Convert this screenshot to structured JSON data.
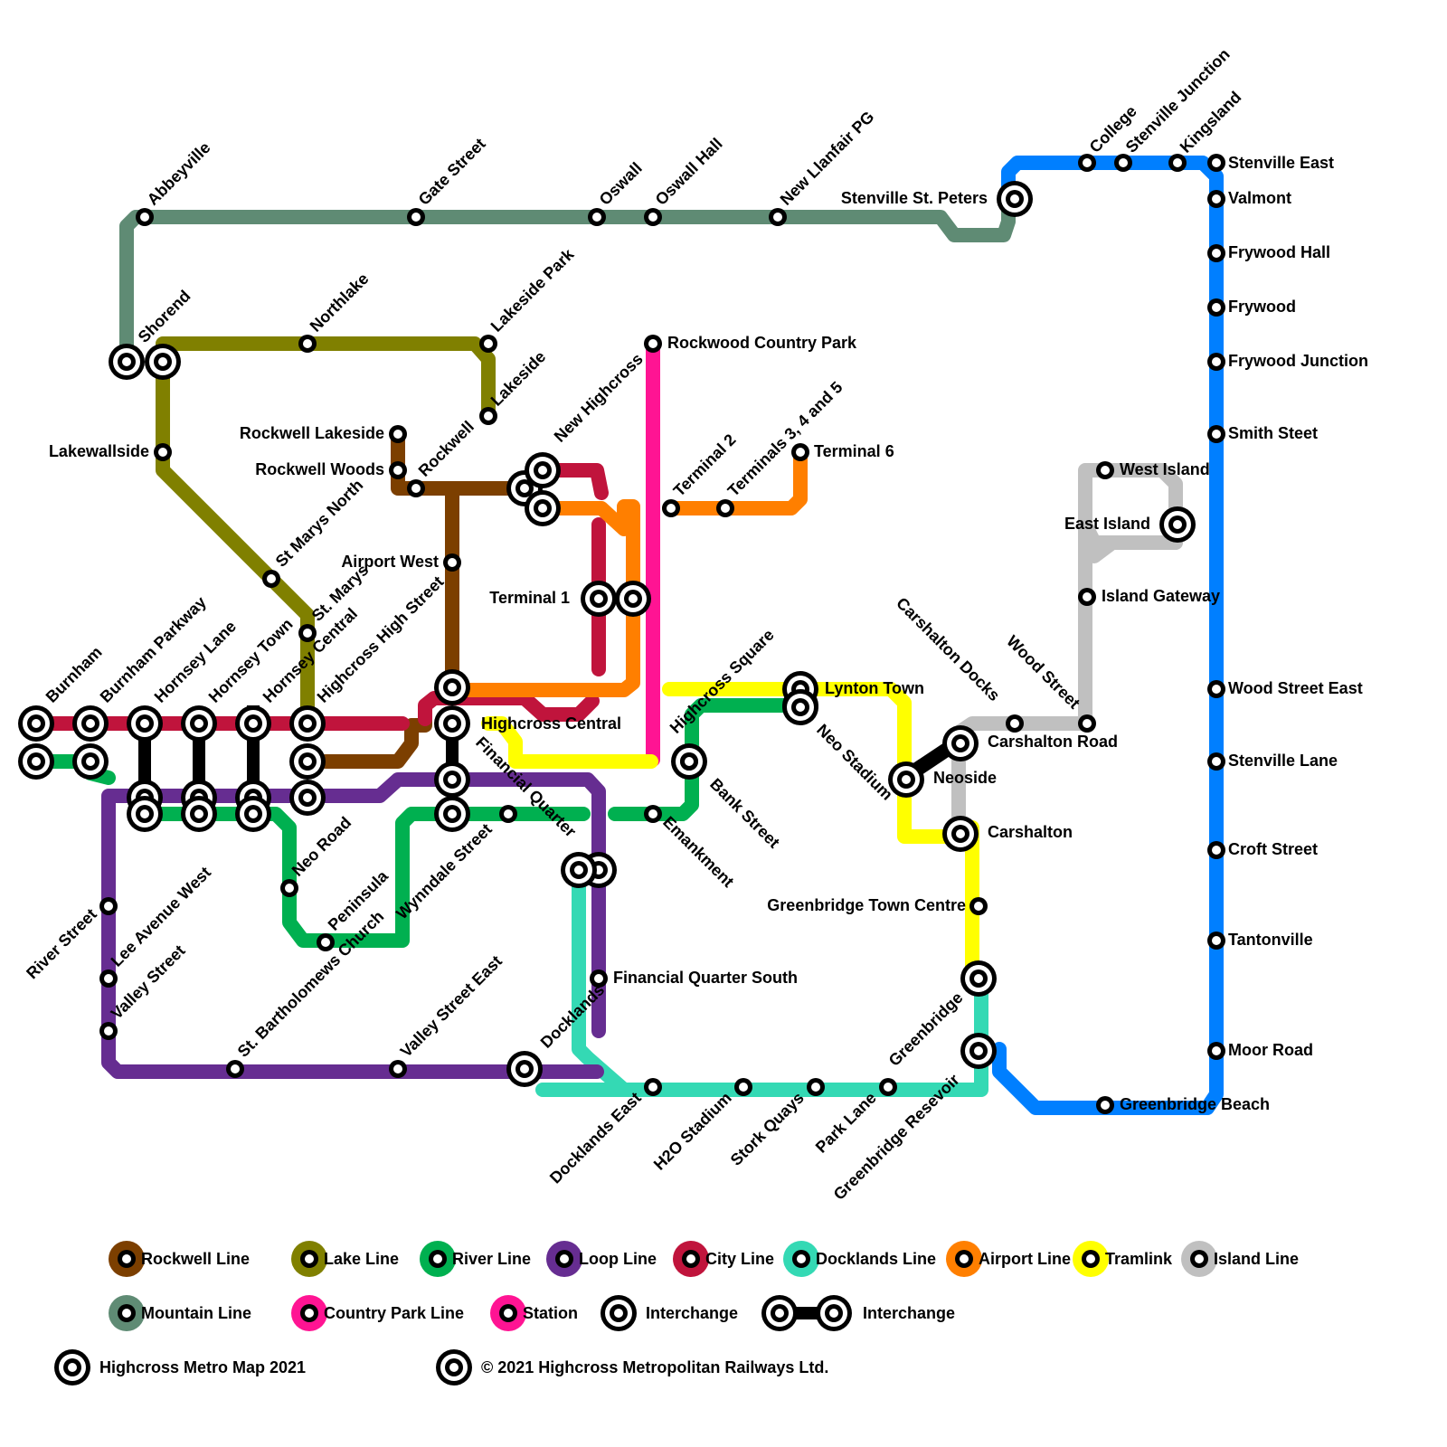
{
  "colors": {
    "rockwell": "#7c3f00",
    "lake": "#808000",
    "river": "#00b050",
    "loop": "#662d91",
    "city": "#c0143c",
    "docklands": "#34d9b4",
    "airport": "#ff7f00",
    "tramlink": "#ffff00",
    "island": "#c0c0c0",
    "mountain": "#5f8b74",
    "country_park": "#ff1493",
    "blue": "#007fff",
    "link": "#000000"
  },
  "stations": [
    {
      "id": "abbeyville",
      "label": "Abbeyville"
    },
    {
      "id": "gate-street",
      "label": "Gate Street"
    },
    {
      "id": "oswall",
      "label": "Oswall"
    },
    {
      "id": "oswall-hall",
      "label": "Oswall Hall"
    },
    {
      "id": "new-llanfair-pg",
      "label": "New Llanfair PG"
    },
    {
      "id": "stenville-st-peters",
      "label": "Stenville St. Peters"
    },
    {
      "id": "college",
      "label": "College"
    },
    {
      "id": "stenville-junction",
      "label": "Stenville Junction"
    },
    {
      "id": "kingsland",
      "label": "Kingsland"
    },
    {
      "id": "stenville-east",
      "label": "Stenville East"
    },
    {
      "id": "valmont",
      "label": "Valmont"
    },
    {
      "id": "frywood-hall",
      "label": "Frywood Hall"
    },
    {
      "id": "frywood",
      "label": "Frywood"
    },
    {
      "id": "frywood-junction",
      "label": "Frywood Junction"
    },
    {
      "id": "smith-steet",
      "label": "Smith Steet"
    },
    {
      "id": "west-island",
      "label": "West Island"
    },
    {
      "id": "east-island",
      "label": "East Island"
    },
    {
      "id": "island-gateway",
      "label": "Island Gateway"
    },
    {
      "id": "wood-street-east",
      "label": "Wood Street East"
    },
    {
      "id": "stenville-lane",
      "label": "Stenville Lane"
    },
    {
      "id": "croft-street",
      "label": "Croft Street"
    },
    {
      "id": "tantonville",
      "label": "Tantonville"
    },
    {
      "id": "moor-road",
      "label": "Moor Road"
    },
    {
      "id": "greenbridge-beach",
      "label": "Greenbridge Beach"
    },
    {
      "id": "shorend",
      "label": "Shorend"
    },
    {
      "id": "northlake",
      "label": "Northlake"
    },
    {
      "id": "lakeside-park",
      "label": "Lakeside Park"
    },
    {
      "id": "lakeside",
      "label": "Lakeside"
    },
    {
      "id": "lakewallside",
      "label": "Lakewallside"
    },
    {
      "id": "rockwell-lakeside",
      "label": "Rockwell Lakeside"
    },
    {
      "id": "rockwell-woods",
      "label": "Rockwell Woods"
    },
    {
      "id": "rockwell",
      "label": "Rockwell"
    },
    {
      "id": "new-highcross",
      "label": "New Highcross"
    },
    {
      "id": "rockwood-country-park",
      "label": "Rockwood Country Park"
    },
    {
      "id": "terminal-2",
      "label": "Terminal 2"
    },
    {
      "id": "terminals-3-4-5",
      "label": "Terminals 3, 4 and 5"
    },
    {
      "id": "terminal-6",
      "label": "Terminal 6"
    },
    {
      "id": "st-marys-north",
      "label": "St Marys North"
    },
    {
      "id": "airport-west",
      "label": "Airport West"
    },
    {
      "id": "terminal-1",
      "label": "Terminal 1"
    },
    {
      "id": "st-marys",
      "label": "St. Marys"
    },
    {
      "id": "burnham",
      "label": "Burnham"
    },
    {
      "id": "burnham-parkway",
      "label": "Burnham Parkway"
    },
    {
      "id": "hornsey-lane",
      "label": "Hornsey Lane"
    },
    {
      "id": "hornsey-town",
      "label": "Hornsey Town"
    },
    {
      "id": "hornsey-central",
      "label": "Hornsey Central"
    },
    {
      "id": "highcross-high-street",
      "label": "Highcross High Street"
    },
    {
      "id": "highcross-central",
      "label": "Highcross Central"
    },
    {
      "id": "highcross-square",
      "label": "Highcross Square"
    },
    {
      "id": "lynton-town",
      "label": "Lynton Town"
    },
    {
      "id": "neo-stadium",
      "label": "Neo Stadium"
    },
    {
      "id": "carshalton-docks",
      "label": "Carshalton Docks"
    },
    {
      "id": "wood-street",
      "label": "Wood Street"
    },
    {
      "id": "carshalton-road",
      "label": "Carshalton Road"
    },
    {
      "id": "neoside",
      "label": "Neoside"
    },
    {
      "id": "carshalton",
      "label": "Carshalton"
    },
    {
      "id": "financial-quarter",
      "label": "Financial Quarter"
    },
    {
      "id": "bank-street",
      "label": "Bank Street"
    },
    {
      "id": "emankment",
      "label": "Emankment"
    },
    {
      "id": "neo-road",
      "label": "Neo Road"
    },
    {
      "id": "peninsula",
      "label": "Peninsula"
    },
    {
      "id": "wynndale-street",
      "label": "Wynndale Street"
    },
    {
      "id": "greenbridge-town-centre",
      "label": "Greenbridge Town Centre"
    },
    {
      "id": "river-street",
      "label": "River Street"
    },
    {
      "id": "lee-avenue-west",
      "label": "Lee Avenue West"
    },
    {
      "id": "valley-street",
      "label": "Valley Street"
    },
    {
      "id": "st-bartholomews-church",
      "label": "St. Bartholomews Church"
    },
    {
      "id": "valley-street-east",
      "label": "Valley Street East"
    },
    {
      "id": "financial-quarter-south",
      "label": "Financial Quarter South"
    },
    {
      "id": "docklands",
      "label": "Docklands"
    },
    {
      "id": "greenbridge",
      "label": "Greenbridge"
    },
    {
      "id": "docklands-east",
      "label": "Docklands East"
    },
    {
      "id": "h2o-stadium",
      "label": "H2O Stadium"
    },
    {
      "id": "stork-quays",
      "label": "Stork Quays"
    },
    {
      "id": "park-lane",
      "label": "Park Lane"
    },
    {
      "id": "greenbridge-resevoir",
      "label": "Greenbridge Resevoir"
    }
  ],
  "legend": [
    {
      "id": "rockwell",
      "label": "Rockwell Line",
      "color": "#7c3f00"
    },
    {
      "id": "lake",
      "label": "Lake Line",
      "color": "#808000"
    },
    {
      "id": "river",
      "label": "River Line",
      "color": "#00b050"
    },
    {
      "id": "loop",
      "label": "Loop Line",
      "color": "#662d91"
    },
    {
      "id": "city",
      "label": "City Line",
      "color": "#c0143c"
    },
    {
      "id": "docklands",
      "label": "Docklands Line",
      "color": "#34d9b4"
    },
    {
      "id": "airport",
      "label": "Airport Line",
      "color": "#ff7f00"
    },
    {
      "id": "tramlink",
      "label": "Tramlink",
      "color": "#ffff00"
    },
    {
      "id": "island",
      "label": "Island Line",
      "color": "#c0c0c0"
    },
    {
      "id": "mountain",
      "label": "Mountain Line",
      "color": "#5f8b74"
    },
    {
      "id": "country-park",
      "label": "Country Park Line",
      "color": "#ff1493"
    },
    {
      "id": "station",
      "label": "Station",
      "color": "#ff1493"
    },
    {
      "id": "interchange",
      "label": "Interchange"
    },
    {
      "id": "interchange-linked",
      "label": "Interchange"
    }
  ],
  "footer": {
    "title": "Highcross Metro Map 2021",
    "copyright": "© 2021 Highcross Metropolitan Railways Ltd."
  }
}
